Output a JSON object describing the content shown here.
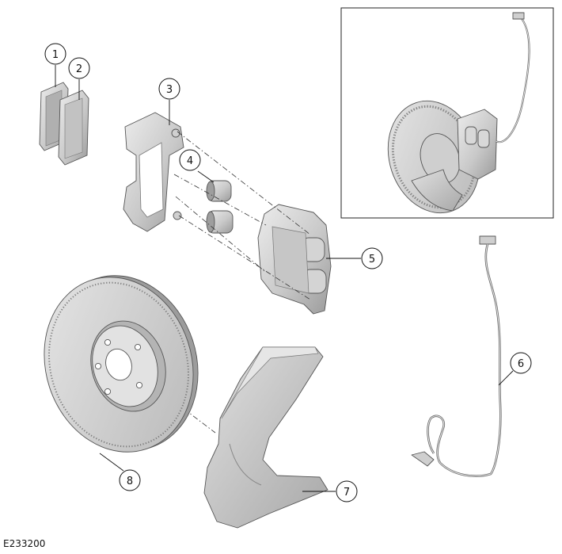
{
  "diagram": {
    "reference_code": "E233200",
    "callouts": [
      {
        "id": "1",
        "label": "1"
      },
      {
        "id": "2",
        "label": "2"
      },
      {
        "id": "3",
        "label": "3"
      },
      {
        "id": "4",
        "label": "4"
      },
      {
        "id": "5",
        "label": "5"
      },
      {
        "id": "6",
        "label": "6"
      },
      {
        "id": "7",
        "label": "7"
      },
      {
        "id": "8",
        "label": "8"
      }
    ]
  },
  "colors": {
    "metal_light": "#dcdcdc",
    "metal_mid": "#bdbdbd",
    "metal_dark": "#8f8f8f",
    "outline": "#555555",
    "ink": "#111111"
  }
}
